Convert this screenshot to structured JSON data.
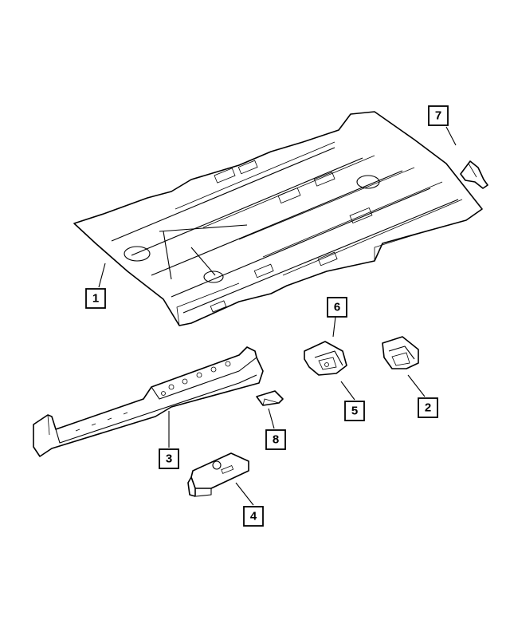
{
  "callouts": [
    {
      "id": "1",
      "label": "1",
      "part": "floor-pan"
    },
    {
      "id": "2",
      "label": "2",
      "part": "bracket-right"
    },
    {
      "id": "3",
      "label": "3",
      "part": "sill-reinforcement"
    },
    {
      "id": "4",
      "label": "4",
      "part": "jack-bracket"
    },
    {
      "id": "5",
      "label": "5",
      "part": "bracket-left"
    },
    {
      "id": "6",
      "label": "6",
      "part": "bracket-left"
    },
    {
      "id": "7",
      "label": "7",
      "part": "fastener"
    },
    {
      "id": "8",
      "label": "8",
      "part": "small-clip"
    }
  ],
  "colors": {
    "line": "#000000",
    "background": "#ffffff"
  }
}
